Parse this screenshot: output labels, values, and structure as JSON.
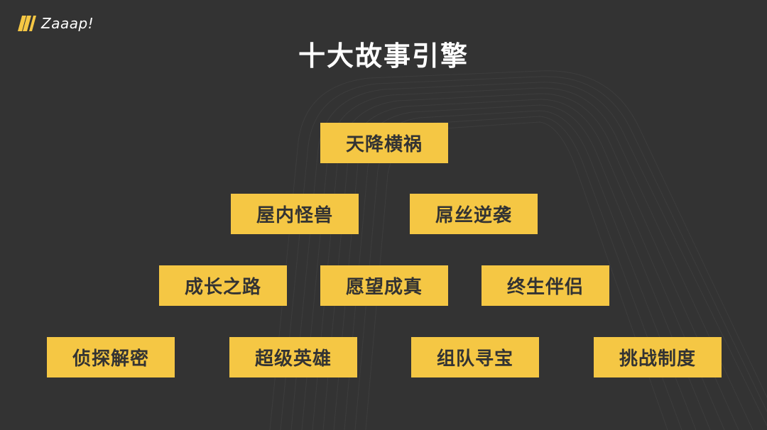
{
  "logo": {
    "text": "Zaaap!",
    "icon": "zaaap-logo-icon",
    "accent_color": "#F5C744"
  },
  "title": "十大故事引擎",
  "colors": {
    "background": "#333333",
    "card": "#F5C744",
    "card_text": "#333333",
    "title_text": "#ffffff"
  },
  "engines": {
    "row1": [
      "天降横祸"
    ],
    "row2": [
      "屋内怪兽",
      "屌丝逆袭"
    ],
    "row3": [
      "成长之路",
      "愿望成真",
      "终生伴侣"
    ],
    "row4": [
      "侦探解密",
      "超级英雄",
      "组队寻宝",
      "挑战制度"
    ]
  }
}
